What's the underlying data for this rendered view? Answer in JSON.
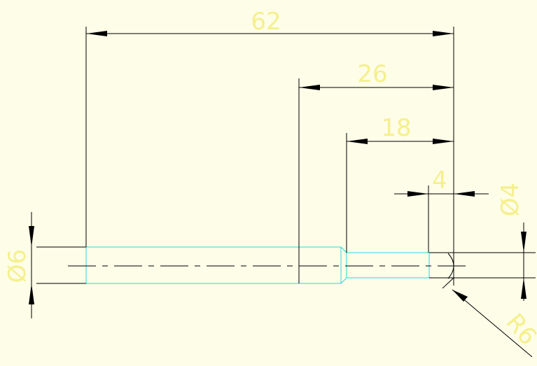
{
  "dimensions": {
    "overall_length": "62",
    "step_length_26": "26",
    "neck_length": "18",
    "tip_length": "4",
    "tip_diameter": "Ø4",
    "shank_diameter": "Ø6",
    "tip_radius": "R6"
  },
  "colors": {
    "background": "#fdfde8",
    "dimension_text": "#f5f08c",
    "part_outline": "#2ad6dc",
    "dimension_lines": "#000000"
  }
}
